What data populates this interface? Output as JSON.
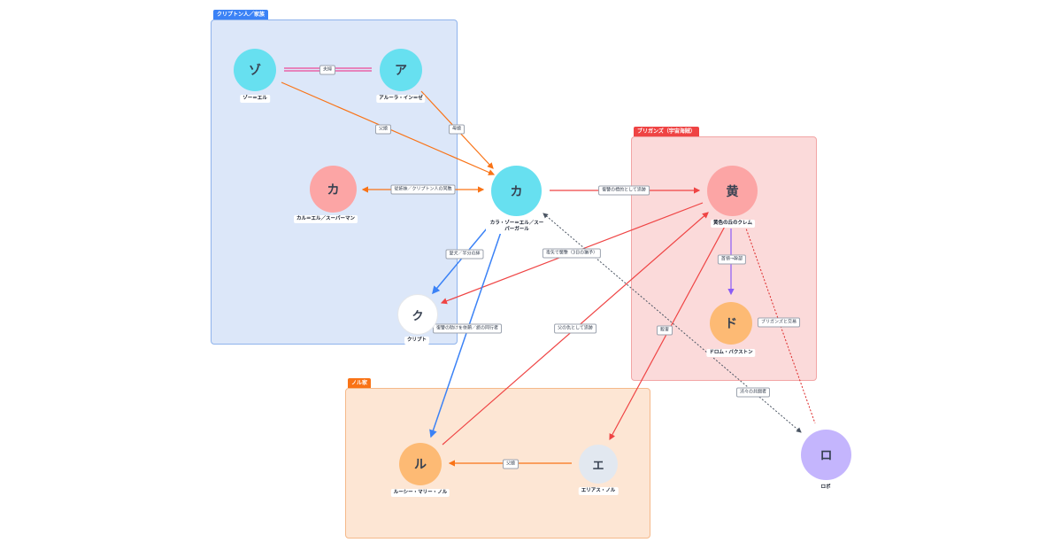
{
  "groups": {
    "krypton": "クリプトン人／家族",
    "brigands": "ブリガンズ（宇宙海賊）",
    "nor": "ノル家"
  },
  "nodes": {
    "zor": {
      "glyph": "ゾ",
      "caption": "ゾー＝エル",
      "color": "#67e0f0"
    },
    "alura": {
      "glyph": "ア",
      "caption": "アルーラ・イン＝ゼ",
      "color": "#67e0f0"
    },
    "kal": {
      "glyph": "カ",
      "caption": "カル＝エル／スーパーマン",
      "color": "#fca5a5"
    },
    "kara": {
      "glyph": "カ",
      "caption": "カラ・ゾー＝エル／スーパーガール",
      "color": "#67e0f0"
    },
    "krypto": {
      "glyph": "ク",
      "caption": "クリプト",
      "color": "#ffffff"
    },
    "krem": {
      "glyph": "黄",
      "caption": "黄色の丘のクレム",
      "color": "#fca5a5"
    },
    "drom": {
      "glyph": "ド",
      "caption": "ドロム・バクストン",
      "color": "#fdba74"
    },
    "lucy": {
      "glyph": "ル",
      "caption": "ルーシー・マリー・ノル",
      "color": "#fdba74"
    },
    "elias": {
      "glyph": "エ",
      "caption": "エリアス・ノル",
      "color": "#e2e8f0"
    },
    "robo": {
      "glyph": "ロ",
      "caption": "ロボ",
      "color": "#c4b5fd"
    }
  },
  "edges": {
    "couple": "夫婦",
    "father": "父娘",
    "mother": "母娘",
    "cousins": "従姉妹／クリプトン人の同胞",
    "revenge_chase": "復讐の標的として追跡",
    "pet": "愛犬／半分の絆",
    "poison": "毒矢で襲撃（3日の猶予）",
    "partner": "復讐の助けを依頼／旅の同行者",
    "father_revenge": "父の仇として追跡",
    "murder": "殺害",
    "boss": "首領→幹部",
    "deal": "ブリガンズと交易",
    "co_conspirator": "渋々の共闘者",
    "parent": "父娘"
  },
  "colors": {
    "orange": "#f97316",
    "red": "#ef4444",
    "blue": "#3b82f6",
    "purple": "#8b5cf6",
    "pink": "#ec4899",
    "gray": "#4b5563"
  }
}
